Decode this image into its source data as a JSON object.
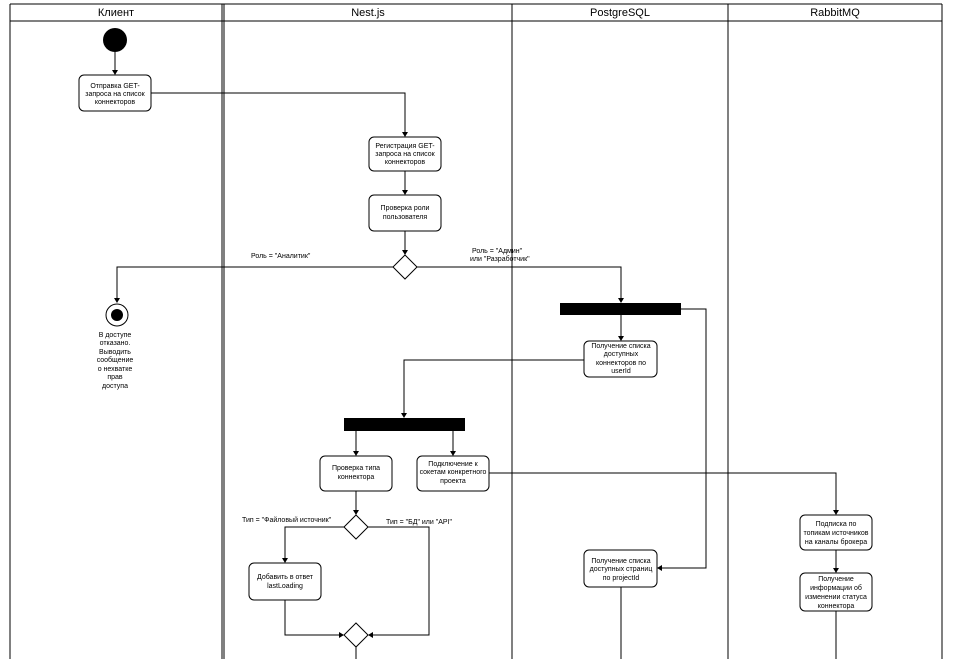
{
  "lanes": {
    "client": "Клиент",
    "nest": "Nest.js",
    "postgres": "PostgreSQL",
    "rabbit": "RabbitMQ"
  },
  "nodes": {
    "send_get": [
      "Отправка GET-",
      "запроса на список",
      "коннекторов"
    ],
    "register_get": [
      "Регистрация GET-",
      "запроса на список",
      "коннекторов"
    ],
    "check_role": [
      "Проверка роли",
      "пользователя"
    ],
    "get_connectors": [
      "Получение списка",
      "доступных",
      "коннекторов по",
      "userId"
    ],
    "check_type": [
      "Проверка типа",
      "коннектора"
    ],
    "connect_sockets": [
      "Подключение к",
      "сокетам конкретного",
      "проекта"
    ],
    "subscribe": [
      "Подписка по",
      "топикам источников",
      "на каналы брокера"
    ],
    "add_last_loading": [
      "Добавить в ответ",
      "lastLoading"
    ],
    "get_pages": [
      "Получение списка",
      "доступных страниц",
      "по projectId"
    ],
    "status_info": [
      "Получение",
      "информации об",
      "изменении статуса",
      "коннектора"
    ],
    "access_denied": [
      "В доступе",
      "отказано.",
      "Выводить",
      "сообщение",
      "о нехватке",
      "прав",
      "доступа"
    ]
  },
  "guards": {
    "role_analyst": "Роль = \"Аналитик\"",
    "role_admin": [
      "Роль = \"Админ\"",
      "или \"Разработчик\""
    ],
    "type_file": "Тип = \"Файловый источник\"",
    "type_db": "Тип = \"БД\" или \"API\""
  },
  "colors": {
    "line": "#000000",
    "fill": "#ffffff",
    "bar": "#000000"
  }
}
